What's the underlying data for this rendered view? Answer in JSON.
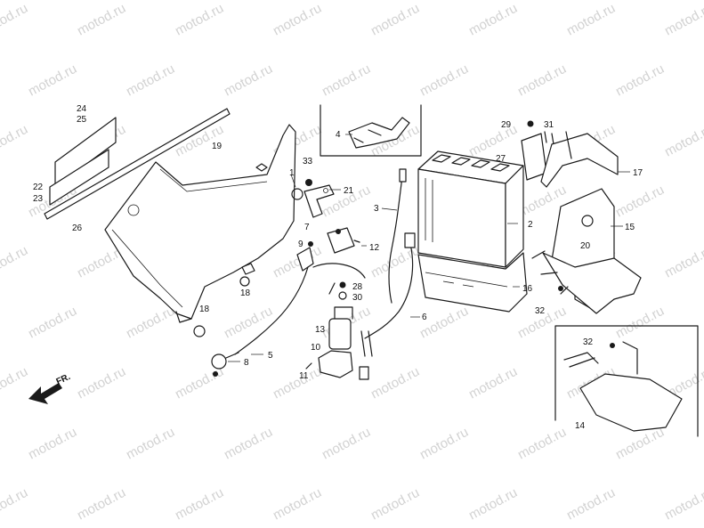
{
  "watermark": "motod.ru",
  "front_marker": "FR.",
  "part_numbers": [
    "1",
    "2",
    "3",
    "4",
    "5",
    "6",
    "7",
    "8",
    "9",
    "10",
    "11",
    "12",
    "13",
    "14",
    "15",
    "16",
    "17",
    "18",
    "18",
    "19",
    "20",
    "21",
    "22",
    "23",
    "24",
    "25",
    "26",
    "27",
    "28",
    "29",
    "30",
    "31",
    "32",
    "32",
    "33"
  ]
}
